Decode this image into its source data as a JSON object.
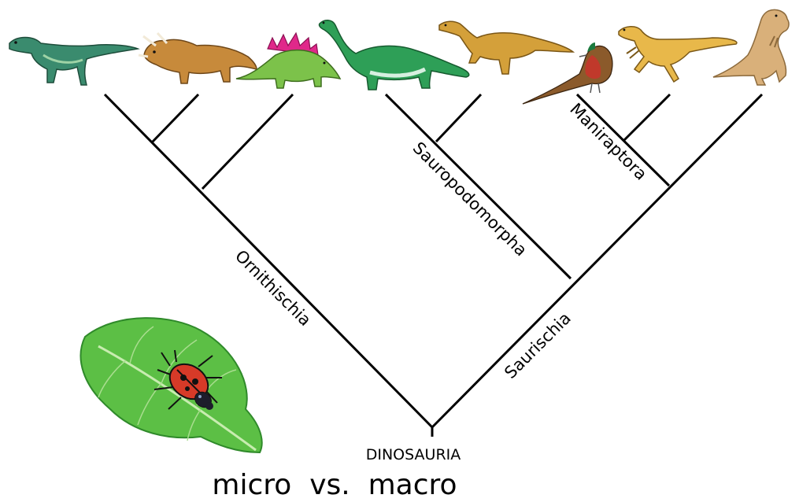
{
  "diagram": {
    "root_label": "DINOSAURIA",
    "caption": "micro  vs.  macro",
    "clade_labels": {
      "ornithischia": "Ornithischia",
      "saurischia": "Saurischia",
      "sauropodomorpha": "Sauropodomorpha",
      "maniraptora": "Maniraptora"
    },
    "taxa_icons": [
      "iguanodon-icon",
      "triceratops-icon",
      "stegosaurus-icon",
      "sauropod-icon",
      "prosauropod-icon",
      "pheasant-icon",
      "velociraptor-icon",
      "tyrannosaurus-icon"
    ],
    "colors": {
      "branch": "#000000",
      "leaf": "#5cbf45",
      "beetle_body": "#d63a28"
    }
  }
}
